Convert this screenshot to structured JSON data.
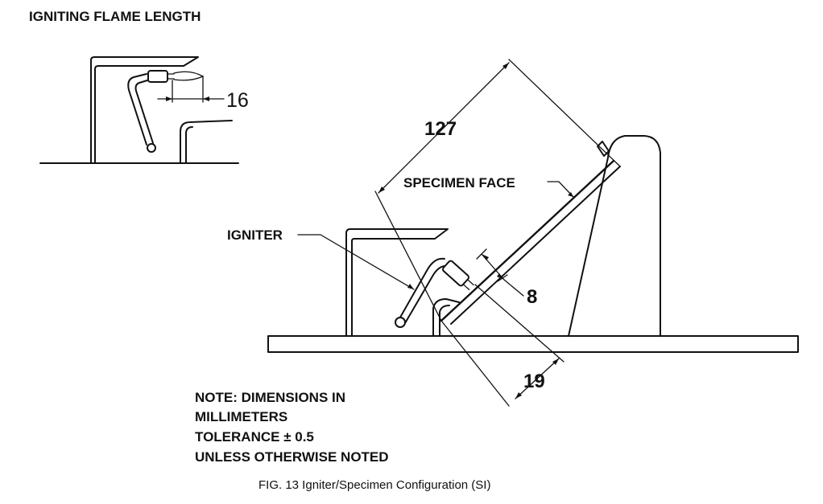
{
  "header": {
    "title": "IGNITING FLAME LENGTH"
  },
  "inset": {
    "dimension_value": "16"
  },
  "main": {
    "dimension_127": "127",
    "dimension_8": "8",
    "dimension_19": "19",
    "specimen_face_label": "SPECIMEN FACE",
    "igniter_label": "IGNITER"
  },
  "note": {
    "lines": [
      "NOTE: DIMENSIONS IN",
      "MILLIMETERS",
      "TOLERANCE ± 0.5",
      "UNLESS OTHERWISE NOTED"
    ]
  },
  "figure": {
    "caption": "FIG. 13 Igniter/Specimen Configuration (SI)"
  }
}
